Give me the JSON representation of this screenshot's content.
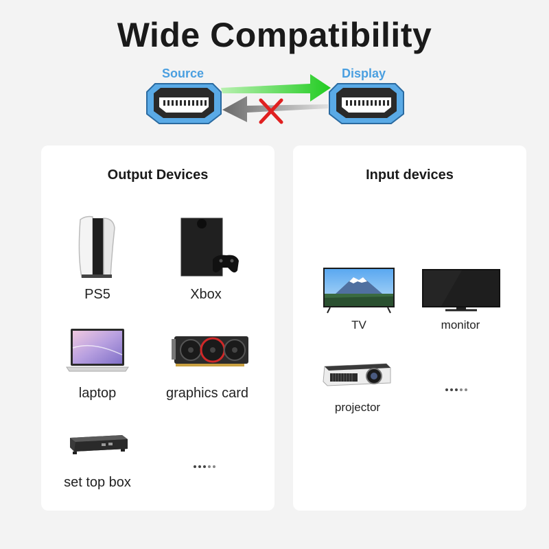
{
  "header": {
    "title": "Wide Compatibility"
  },
  "connection": {
    "source_label": "Source",
    "display_label": "Display",
    "forward_arrow_color": "#38d838",
    "reverse_arrow_color": "#777777",
    "blocked_mark_color": "#e02020",
    "connector_color": "#4aa0e0"
  },
  "output_panel": {
    "title": "Output Devices",
    "devices": [
      {
        "label": "PS5",
        "icon": "ps5-console-icon"
      },
      {
        "label": "Xbox",
        "icon": "xbox-console-icon"
      },
      {
        "label": "laptop",
        "icon": "laptop-icon"
      },
      {
        "label": "graphics card",
        "icon": "graphics-card-icon"
      },
      {
        "label": "set top box",
        "icon": "set-top-box-icon"
      }
    ]
  },
  "input_panel": {
    "title": "Input devices",
    "devices": [
      {
        "label": "TV",
        "icon": "tv-icon"
      },
      {
        "label": "monitor",
        "icon": "monitor-icon"
      },
      {
        "label": "projector",
        "icon": "projector-icon"
      }
    ]
  }
}
